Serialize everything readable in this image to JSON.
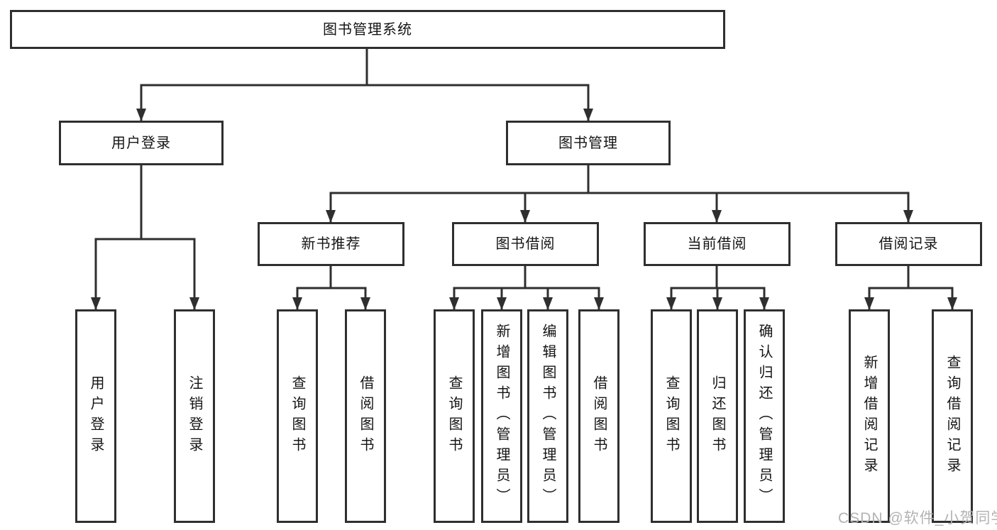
{
  "colors": {
    "line": "#2f2f2f",
    "box_border": "#2f2f2f",
    "text": "#151515",
    "watermark": "#b3b3b3",
    "background": "#ffffff"
  },
  "tree": {
    "root": "图书管理系统",
    "branches": [
      {
        "label": "用户登录",
        "children": [
          {
            "label": "用户登录"
          },
          {
            "label": "注销登录"
          }
        ]
      },
      {
        "label": "图书管理",
        "groups": [
          {
            "label": "新书推荐",
            "children": [
              {
                "label": "查询图书"
              },
              {
                "label": "借阅图书"
              }
            ]
          },
          {
            "label": "图书借阅",
            "children": [
              {
                "label": "查询图书"
              },
              {
                "label": "新增图书（管理员）"
              },
              {
                "label": "编辑图书（管理员）"
              },
              {
                "label": "借阅图书"
              }
            ]
          },
          {
            "label": "当前借阅",
            "children": [
              {
                "label": "查询图书"
              },
              {
                "label": "归还图书"
              },
              {
                "label": "确认归还（管理员）"
              }
            ]
          },
          {
            "label": "借阅记录",
            "children": [
              {
                "label": "新增借阅记录"
              },
              {
                "label": "查询借阅记录"
              }
            ]
          }
        ]
      }
    ]
  },
  "watermark": {
    "text": "CSDN @软件_小贺同学"
  }
}
